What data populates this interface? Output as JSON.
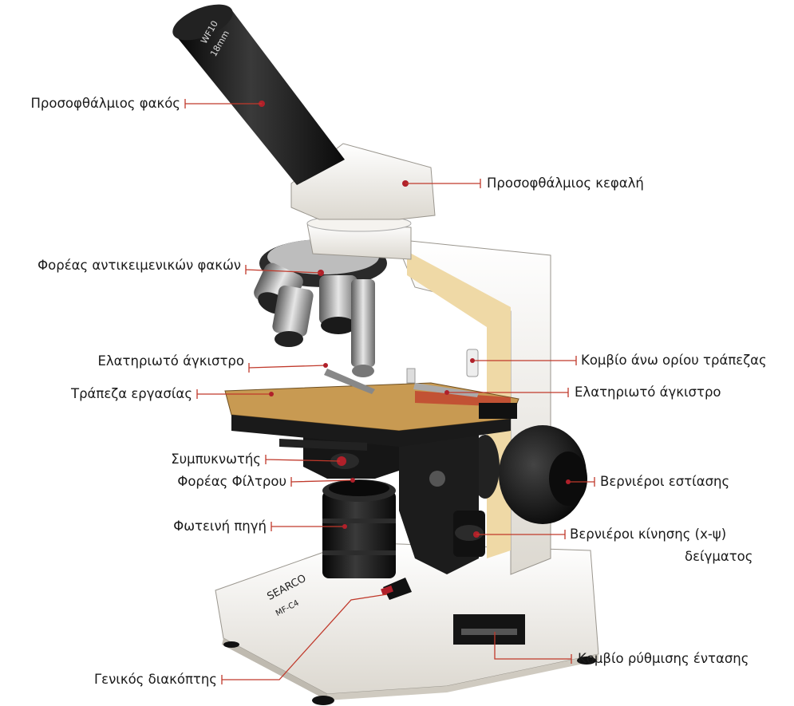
{
  "labels": {
    "eyepiece": "Προσοφθάλμιος φακός",
    "eyepiece_head": "Προσοφθάλμιος κεφαλή",
    "objective_holder": "Φορέας αντικειμενικών φακών",
    "spring_clip_left": "Ελατηριωτό άγκιστρο",
    "stage_upper_limit_knob": "Κομβίο άνω ορίου τράπεζας",
    "stage": "Τράπεζα εργασίας",
    "spring_clip_right": "Ελατηριωτό άγκιστρο",
    "condenser": "Συμπυκνωτής",
    "filter_holder": "Φορέας Φίλτρου",
    "focus_knobs": "Βερνιέροι εστίασης",
    "light_source": "Φωτεινή πηγή",
    "xy_knobs_line1": "Βερνιέροι κίνησης (x-ψ)",
    "xy_knobs_line2": "δείγματος",
    "main_switch": "Γενικός διακόπτης",
    "intensity_knob": "Κομβίο ρύθμισης έντασης"
  },
  "eyepiece_engraving": [
    "WF10",
    "18mm"
  ],
  "brand_text": [
    "SEARCO",
    "MF-C4"
  ],
  "colors": {
    "leader": "#c0392b",
    "dot": "#b0202a",
    "body": "#f1eee8",
    "stage": "#c89a52",
    "arm": "#efd9a6",
    "dark": "#1b1b1b"
  }
}
